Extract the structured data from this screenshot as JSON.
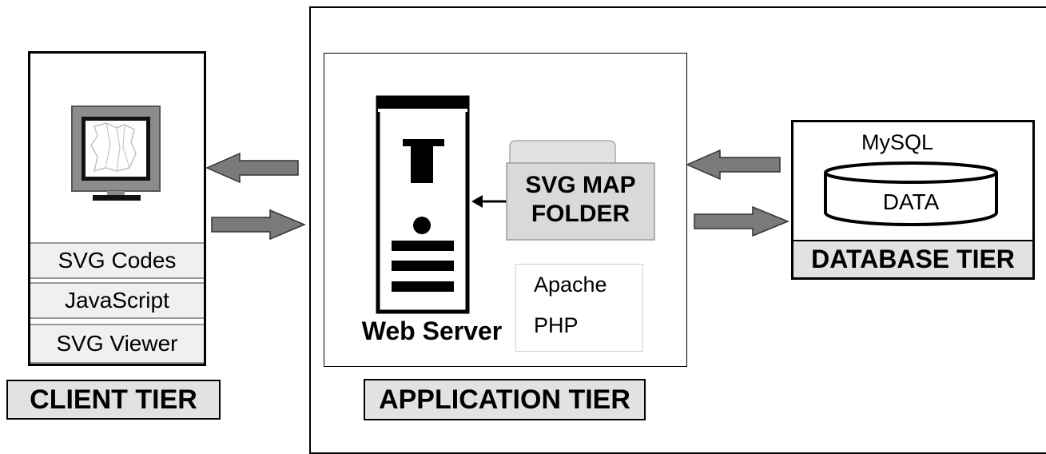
{
  "client": {
    "stack": [
      "SVG Codes",
      "JavaScript",
      "SVG Viewer"
    ],
    "tier_label": "CLIENT TIER"
  },
  "application": {
    "server_label": "Web Server",
    "folder_label_line1": "SVG MAP",
    "folder_label_line2": "FOLDER",
    "software": [
      "Apache",
      "PHP"
    ],
    "tier_label": "APPLICATION TIER"
  },
  "database": {
    "dbms_label": "MySQL",
    "data_label": "DATA",
    "tier_label": "DATABASE TIER"
  },
  "icons": [
    "monitor-icon",
    "server-tower-icon",
    "folder-icon",
    "database-cylinder-icon",
    "arrow-icon"
  ],
  "colors": {
    "arrow": "#7a7a7a",
    "label_bg": "#e2e2e2",
    "stack_bg": "#f0f0f0",
    "monitor_frame": "#8c8c8c"
  }
}
